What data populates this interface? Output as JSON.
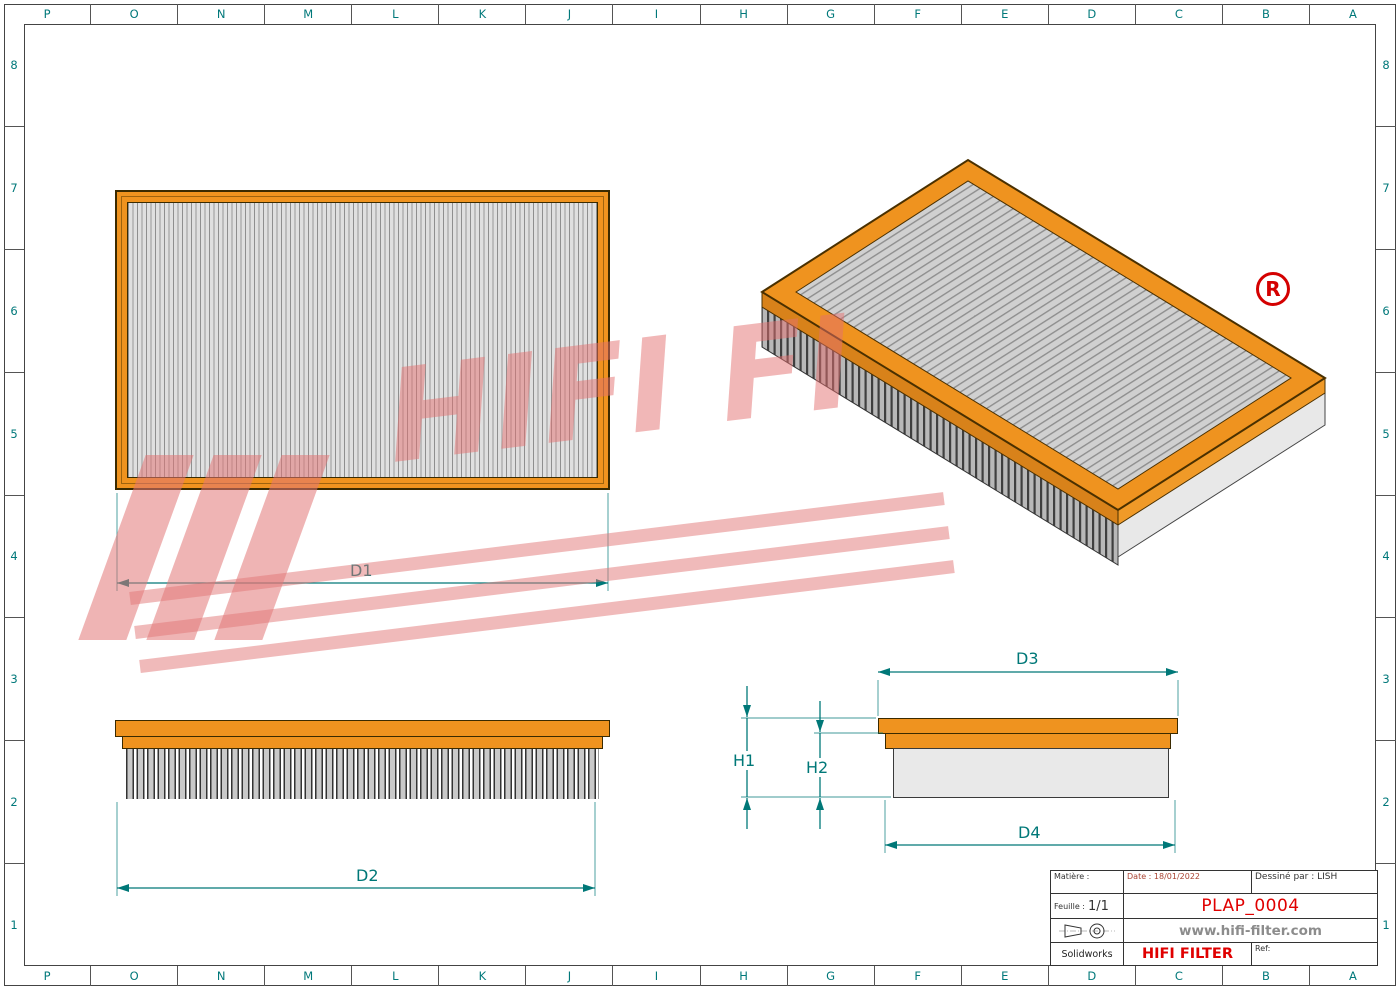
{
  "colors": {
    "accent_orange": "#ef931f",
    "dimension_teal": "#007878",
    "brand_red": "#e00000",
    "watermark_pink": "#e87d7d"
  },
  "grid": {
    "columns": [
      "P",
      "O",
      "N",
      "M",
      "L",
      "K",
      "J",
      "I",
      "H",
      "G",
      "F",
      "E",
      "D",
      "C",
      "B",
      "A"
    ],
    "rows": [
      "8",
      "7",
      "6",
      "5",
      "4",
      "3",
      "2",
      "1"
    ]
  },
  "dimensions": {
    "d1": "D1",
    "d2": "D2",
    "d3": "D3",
    "d4": "D4",
    "h1": "H1",
    "h2": "H2"
  },
  "watermark": {
    "text": "HIFI FI"
  },
  "registered_mark": "R",
  "title_block": {
    "matiere_label": "Matière :",
    "date": "Date : 18/01/2022",
    "drawn_by": "Dessiné par : LISH",
    "sheet_label": "Feuille :",
    "sheet_value": "1/1",
    "part_number": "PLAP_0004",
    "website": "www.hifi-filter.com",
    "software": "Solidworks",
    "brand": "HIFI FILTER",
    "ref_label": "Ref:"
  }
}
